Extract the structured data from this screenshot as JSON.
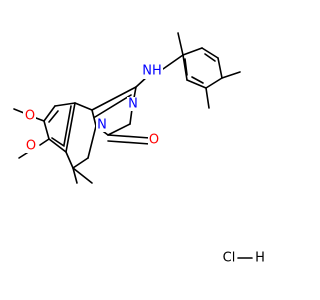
{
  "colors": {
    "background": "#ffffff",
    "bond": "#000000",
    "carbon_label": "#000000",
    "nitrogen": "#0000ff",
    "oxygen": "#ff0000"
  },
  "atoms": {
    "amine_nh": "NH",
    "ring_n1": "N",
    "ring_n2": "N",
    "carbonyl_o": "O",
    "methoxy_o1": "O",
    "methoxy_o2": "O"
  },
  "salt": {
    "cl": "Cl",
    "h": "H"
  }
}
